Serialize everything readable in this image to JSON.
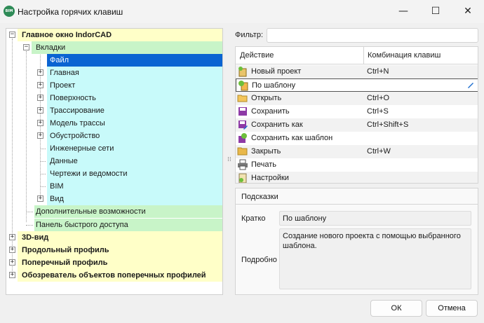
{
  "window": {
    "app_icon_text": "BIM",
    "title": "Настройка горячих клавиш",
    "minimize_glyph": "—",
    "maximize_glyph": "☐",
    "close_glyph": "✕"
  },
  "tree": {
    "root": {
      "label": "Главное окно IndorCAD",
      "toggle": "−"
    },
    "tabs": {
      "label": "Вкладки",
      "toggle": "−"
    },
    "tab_items": [
      {
        "label": "Файл",
        "toggle": "",
        "selected": true
      },
      {
        "label": "Главная",
        "toggle": "+"
      },
      {
        "label": "Проект",
        "toggle": "+"
      },
      {
        "label": "Поверхность",
        "toggle": "+"
      },
      {
        "label": "Трассирование",
        "toggle": "+"
      },
      {
        "label": "Модель трассы",
        "toggle": "+"
      },
      {
        "label": "Обустройство",
        "toggle": "+"
      },
      {
        "label": "Инженерные сети",
        "toggle": ""
      },
      {
        "label": "Данные",
        "toggle": ""
      },
      {
        "label": "Чертежи и ведомости",
        "toggle": ""
      },
      {
        "label": "BIM",
        "toggle": ""
      },
      {
        "label": "Вид",
        "toggle": "+"
      }
    ],
    "extra_items": [
      {
        "label": "Дополнительные возможности"
      },
      {
        "label": "Панель быстрого доступа"
      }
    ],
    "other_roots": [
      {
        "label": "3D-вид",
        "toggle": "+"
      },
      {
        "label": "Продольный профиль",
        "toggle": "+"
      },
      {
        "label": "Поперечный профиль",
        "toggle": "+"
      },
      {
        "label": "Обозреватель объектов поперечных профилей",
        "toggle": "+"
      }
    ]
  },
  "filter": {
    "label": "Фильтр:",
    "value": "",
    "placeholder": ""
  },
  "grid": {
    "columns": [
      "Действие",
      "Комбинация клавиш"
    ],
    "rows": [
      {
        "action": "Новый проект",
        "shortcut": "Ctrl+N",
        "icon": "new-project-icon"
      },
      {
        "action": "По шаблону",
        "shortcut": "",
        "icon": "template-icon",
        "editing": true
      },
      {
        "action": "Открыть",
        "shortcut": "Ctrl+O",
        "icon": "folder-open-icon"
      },
      {
        "action": "Сохранить",
        "shortcut": "Ctrl+S",
        "icon": "save-icon"
      },
      {
        "action": "Сохранить как",
        "shortcut": "Ctrl+Shift+S",
        "icon": "save-as-icon"
      },
      {
        "action": "Сохранить как шаблон",
        "shortcut": "",
        "icon": "save-template-icon"
      },
      {
        "action": "Закрыть",
        "shortcut": "Ctrl+W",
        "icon": "folder-close-icon"
      },
      {
        "action": "Печать",
        "shortcut": "",
        "icon": "printer-icon"
      },
      {
        "action": "Настройки",
        "shortcut": "",
        "icon": "settings-icon"
      }
    ]
  },
  "hints": {
    "title": "Подсказки",
    "short_label": "Кратко",
    "short_value": "По шаблону",
    "long_label": "Подробно",
    "long_value": "Создание нового проекта с помощью выбранного шаблона."
  },
  "buttons": {
    "ok": "ОК",
    "cancel": "Отмена"
  },
  "colors": {
    "selection": "#0a64d2",
    "root_bg": "#ffffc8",
    "group_bg": "#c8f4c8",
    "item_bg": "#c8fafa"
  }
}
